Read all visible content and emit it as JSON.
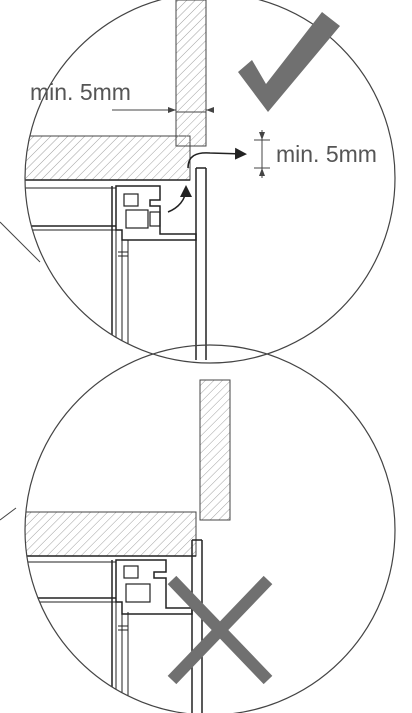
{
  "panels": [
    {
      "verdict": "correct",
      "verdict_icon": "check-mark-icon",
      "dimensions": [
        {
          "label": "min. 5mm"
        },
        {
          "label": "min. 5mm"
        }
      ]
    },
    {
      "verdict": "incorrect",
      "verdict_icon": "cross-mark-icon",
      "dimensions": []
    }
  ],
  "colors": {
    "line": "#222222",
    "hatch": "#9a9a9a",
    "mark": "#707070",
    "label": "#555555"
  }
}
